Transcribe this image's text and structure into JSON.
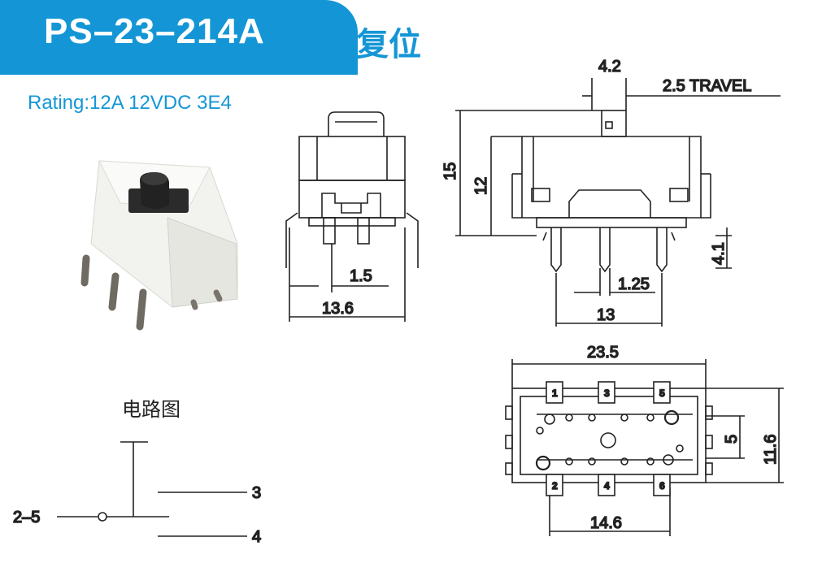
{
  "header": {
    "model": "PS–23–214A",
    "mode": "复位"
  },
  "rating": "Rating:12A 12VDC 3E4",
  "circuit": {
    "title": "电路图",
    "common": "2–5",
    "out_a": "3",
    "out_b": "4"
  },
  "side_view": {
    "pitch": "1.5",
    "width": "13.6"
  },
  "front_view": {
    "actuator": "4.2",
    "travel": "2.5 TRAVEL",
    "height": "15",
    "body_height": "12",
    "pin_length": "4.1",
    "pin_width": "1.25",
    "pin_span": "13"
  },
  "bottom_view": {
    "length": "23.5",
    "width": "11.6",
    "hole_pitch": "5",
    "pin_pitch": "14.6",
    "pins": [
      "1",
      "3",
      "5",
      "2",
      "4",
      "6"
    ]
  }
}
